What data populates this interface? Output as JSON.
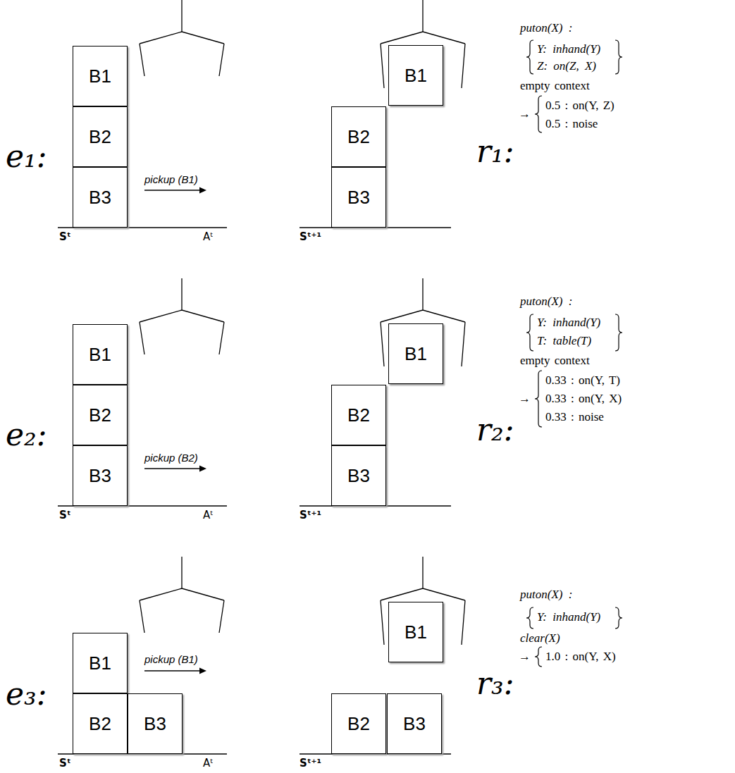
{
  "diagram": {
    "nodes": [
      {
        "text": [
          "B1"
        ]
      },
      {
        "text": [
          "B2"
        ]
      },
      {
        "text": [
          "B3"
        ]
      },
      {
        "text": [
          "B1"
        ]
      },
      {
        "text": [
          "B2"
        ]
      },
      {
        "text": [
          "B3"
        ]
      },
      {
        "text": [
          "B1"
        ]
      },
      {
        "text": [
          "B2"
        ]
      },
      {
        "text": [
          "B3"
        ]
      },
      {
        "text": [
          "B1"
        ]
      },
      {
        "text": [
          "B2"
        ]
      },
      {
        "text": [
          "B3"
        ]
      },
      {
        "text": [
          "B1"
        ]
      },
      {
        "text": [
          "B2"
        ]
      },
      {
        "text": [
          "B3"
        ]
      },
      {
        "text": [
          "B1"
        ]
      },
      {
        "text": [
          "B2"
        ]
      },
      {
        "text": [
          "B3"
        ]
      }
    ],
    "labels": [
      "e₁:",
      "Sᵗ",
      "pickup (B1)",
      "Aᵗ",
      "Sᵗ⁺¹",
      "r₁:",
      "puton(X) :",
      "Y: inhand(Y)",
      "Z: on(Z, X)",
      "empty context",
      "→",
      "0.5 : on(Y, Z)",
      "0.5 : noise",
      "e₂:",
      "Sᵗ",
      "pickup (B2)",
      "Aᵗ",
      "Sᵗ⁺¹",
      "r₂:",
      "puton(X) :",
      "Y: inhand(Y)",
      "T: table(T)",
      "empty context",
      "→",
      "0.33 : on(Y, T)",
      "0.33 : on(Y, X)",
      "0.33 : noise",
      "e₃:",
      "Sᵗ",
      "pickup (B1)",
      "Aᵗ",
      "Sᵗ⁺¹",
      "r₃:",
      "puton(X) :",
      "Y: inhand(Y)",
      "clear(X)",
      "→",
      "1.0 : on(Y, X)"
    ]
  }
}
